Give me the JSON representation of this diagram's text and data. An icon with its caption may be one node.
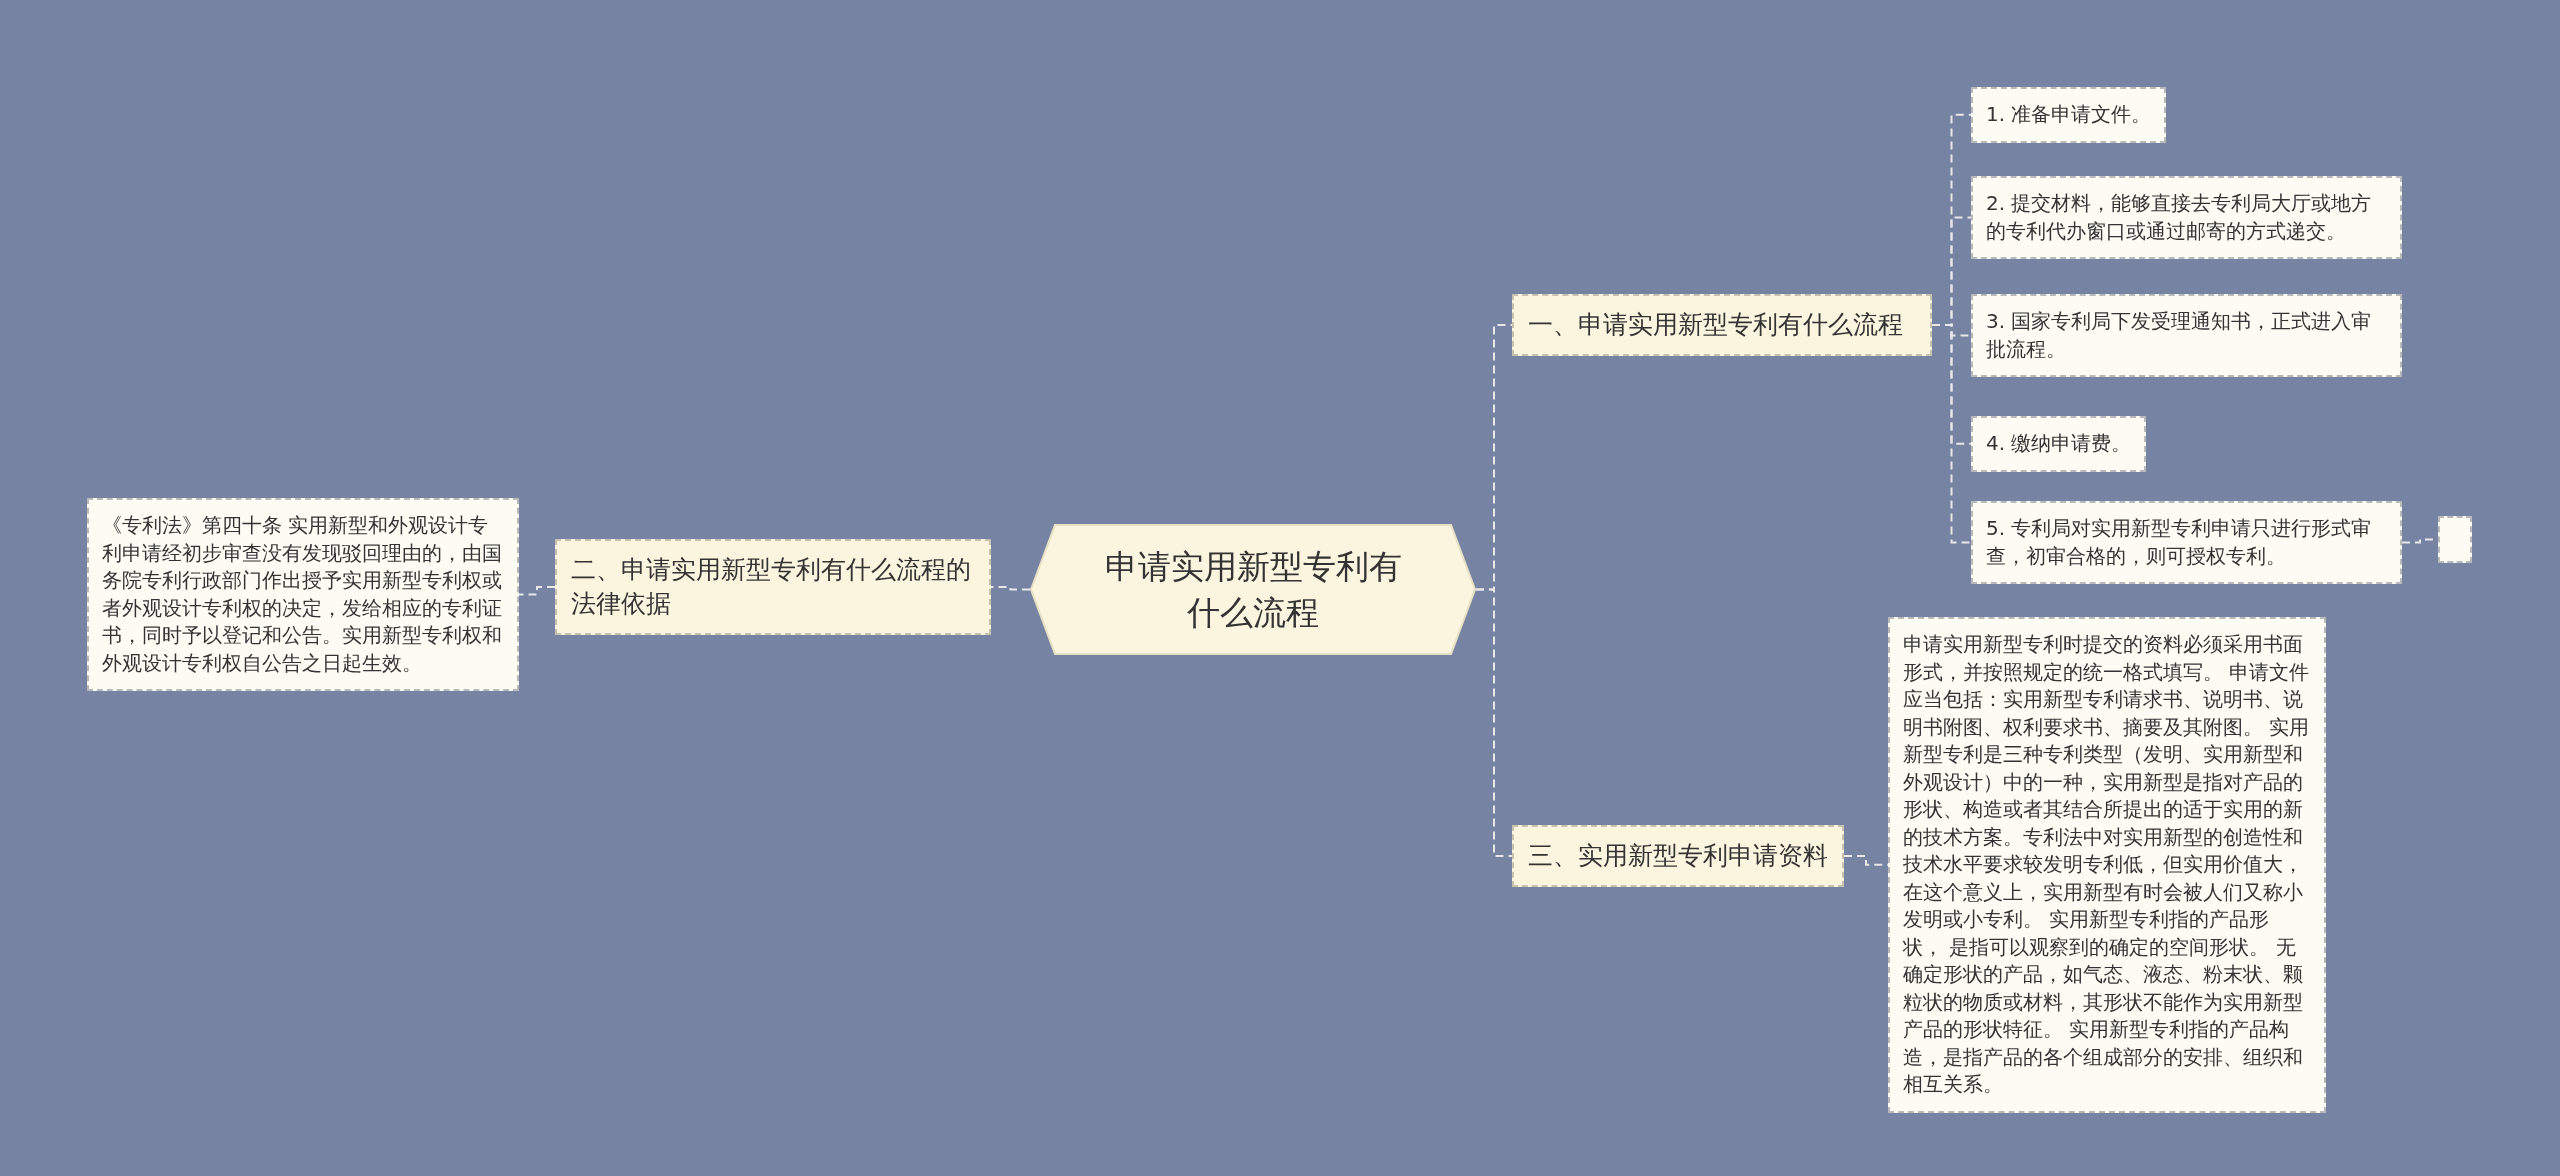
{
  "diagram": {
    "nodes": [
      {
        "text": [
          "申请实用新型专利有什么流程"
        ]
      },
      {
        "text": [
          "二、申请实用新型专利有什么流程的法律依据"
        ]
      },
      {
        "text": [
          "《专利法》第四十条 实用新型和外观设计专利申请经初步审查没有发现驳回理由的，由国务院专利行政部门作出授予实用新型专利权或者外观设计专利权的决定，发给相应的专利证书，同时予以登记和公告。实用新型专利权和外观设计专利权自公告之日起生效。"
        ]
      },
      {
        "text": [
          "一、申请实用新型专利有什么流程"
        ]
      },
      {
        "text": [
          "1. 准备申请文件。"
        ]
      },
      {
        "text": [
          "2. 提交材料，能够直接去专利局大厅或地方的专利代办窗口或通过邮寄的方式递交。"
        ]
      },
      {
        "text": [
          "3. 国家专利局下发受理通知书，正式进入审批流程。"
        ]
      },
      {
        "text": [
          "4. 缴纳申请费。"
        ]
      },
      {
        "text": [
          "5. 专利局对实用新型专利申请只进行形式审查，初审合格的，则可授权专利。"
        ]
      },
      {
        "text": [],
        "shape": "box"
      },
      {
        "text": [
          "三、实用新型专利申请资料"
        ]
      },
      {
        "text": [
          "申请实用新型专利时提交的资料必须采用书面形式，并按照规定的统一格式填写。 申请文件应当包括：实用新型专利请求书、说明书、说明书附图、权利要求书、摘要及其附图。 实用新型专利是三种专利类型（发明、实用新型和外观设计）中的一种，实用新型是指对产品的形状、构造或者其结合所提出的适于实用的新的技术方案。专利法中对实用新型的创造性和技术水平要求较发明专利低，但实用价值大，在这个意义上，实用新型有时会被人们又称小发明或小专利。 实用新型专利指的产品形状， 是指可以观察到的确定的空间形状。 无确定形状的产品，如气态、液态、粉末状、颗粒状的物质或材料，其形状不能作为实用新型产品的形状特征。 实用新型专利指的产品构造，是指产品的各个组成部分的安排、组织和相互关系。"
        ]
      }
    ],
    "edges": [
      {
        "from": 0,
        "to": 1,
        "arrow": "none"
      },
      {
        "from": 1,
        "to": 2,
        "arrow": "none"
      },
      {
        "from": 0,
        "to": 3,
        "arrow": "none"
      },
      {
        "from": 3,
        "to": 4,
        "arrow": "none"
      },
      {
        "from": 3,
        "to": 5,
        "arrow": "none"
      },
      {
        "from": 3,
        "to": 6,
        "arrow": "none"
      },
      {
        "from": 3,
        "to": 7,
        "arrow": "none"
      },
      {
        "from": 3,
        "to": 8,
        "arrow": "none"
      },
      {
        "from": 8,
        "to": 9,
        "arrow": "none"
      },
      {
        "from": 0,
        "to": 10,
        "arrow": "none"
      },
      {
        "from": 10,
        "to": 11,
        "arrow": "none"
      }
    ]
  }
}
